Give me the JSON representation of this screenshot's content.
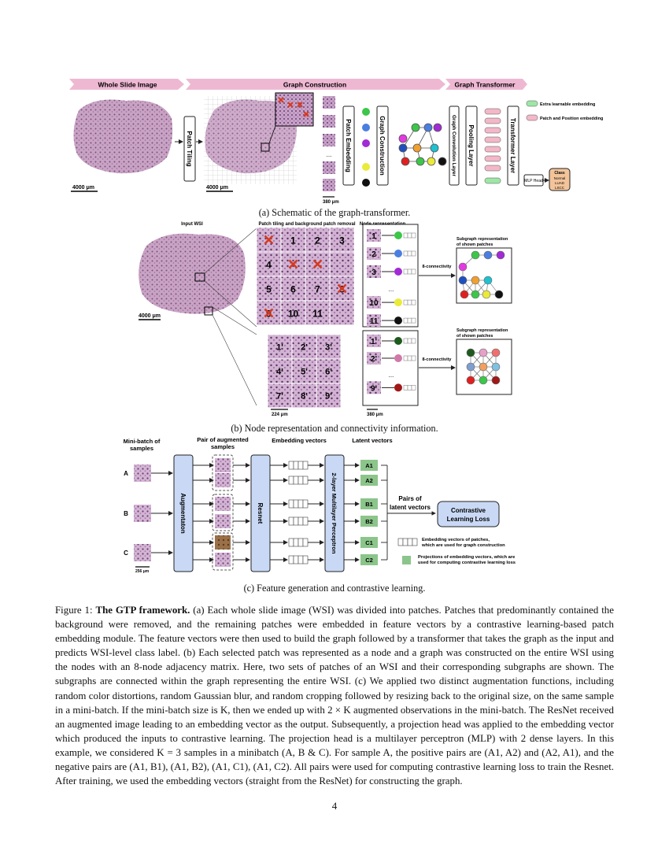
{
  "figure_a": {
    "banner_wsi": "Whole Slide Image",
    "banner_graph": "Graph Construction",
    "banner_transformer": "Graph Transformer",
    "patch_tiling": "Patch Tiling",
    "scale_1": "4000 μm",
    "scale_2": "4000 μm",
    "scale_3": "380 μm",
    "patch_embedding": "Patch Embedding",
    "graph_construction": "Graph Construction",
    "graph_conv_layer": "Graph Convolution Layer",
    "pooling_layer": "Pooling Layer",
    "transformer_layer": "Transformer Layer",
    "legend_extra": "Extra learnable embedding",
    "legend_patch": "Patch and Position embedding",
    "mlp_head": "MLP Head",
    "class_box": [
      "Class",
      "Normal",
      "LUAD",
      "LSCC"
    ],
    "dots": "...",
    "caption": "(a) Schematic of the graph-transformer."
  },
  "figure_b": {
    "input_wsi": "Input WSI",
    "patch_title": "Patch tiling and background patch removal",
    "node_rep_title": "Node representation",
    "scale_wsi": "4000 μm",
    "scale_224": "224 μm",
    "scale_380": "380 μm",
    "grid_top": [
      "",
      "1",
      "2",
      "3",
      "4",
      "",
      "",
      "",
      "5",
      "6",
      "7",
      "8",
      "9",
      "10",
      "11"
    ],
    "grid_bottom": [
      "1'",
      "2'",
      "3'",
      "4'",
      "5'",
      "6'",
      "7'",
      "8'",
      "9'"
    ],
    "nodes_top": [
      "1",
      "2",
      "3",
      "...",
      "10",
      "11"
    ],
    "nodes_bottom": [
      "1'",
      "2'",
      "...",
      "9'"
    ],
    "connectivity_1": "8-connectivity",
    "connectivity_2": "8-connectivity",
    "subgraph_title_1": "Subgraph representation of shown patches",
    "subgraph_title_2": "Subgraph representation of shown patches",
    "caption": "(b) Node representation and connectivity information."
  },
  "figure_c": {
    "col_minibatch": "Mini-batch of samples",
    "col_pair": "Pair of augmented samples",
    "col_embedding": "Embedding vectors",
    "col_latent": "Latent vectors",
    "sample_labels": [
      "A",
      "B",
      "C"
    ],
    "augmentation": "Augmentaton",
    "resnet": "Resnet",
    "mlp": "2-layer Multilayer Perceptron",
    "latent_labels": [
      "A1",
      "A2",
      "B1",
      "B2",
      "C1",
      "C2"
    ],
    "pairs_label": "Pairs of latent vectors",
    "contrastive": "Contrastive Learning Loss",
    "legend_embedding": "Embedding vectors of patches, which are used for graph construction",
    "legend_projection": "Projections of embedding vectors, which are used for computing contrastive learning loss",
    "scale": "256 μm",
    "caption": "(c) Feature generation and contrastive learning."
  },
  "body": {
    "fig_label": "Figure 1:",
    "fig_title": "The GTP framework.",
    "text": "(a) Each whole slide image (WSI) was divided into patches. Patches that predominantly contained the background were removed, and the remaining patches were embedded in feature vectors by a contrastive learning-based patch embedding module. The feature vectors were then used to build the graph followed by a transformer that takes the graph as the input and predicts WSI-level class label. (b) Each selected patch was represented as a node and a graph was constructed on the entire WSI using the nodes with an 8-node adjacency matrix. Here, two sets of patches of an WSI and their corresponding subgraphs are shown. The subgraphs are connected within the graph representing the entire WSI. (c) We applied two distinct augmentation functions, including random color distortions, random Gaussian blur, and random cropping followed by resizing back to the original size, on the same sample in a mini-batch. If the mini-batch size is K, then we ended up with 2 × K augmented observations in the mini-batch. The ResNet received an augmented image leading to an embedding vector as the output. Subsequently, a projection head was applied to the embedding vector which produced the inputs to contrastive learning. The projection head is a multilayer perceptron (MLP) with 2 dense layers. In this example, we considered K = 3 samples in a minibatch (A, B & C). For sample A, the positive pairs are (A1, A2) and (A2, A1), and the negative pairs are (A1, B1), (A1, B2), (A1, C1), (A1, C2). All pairs were used for computing contrastive learning loss to train the Resnet. After training, we used the embedding vectors (straight from the ResNet) for constructing the graph."
  },
  "page_number": "4"
}
